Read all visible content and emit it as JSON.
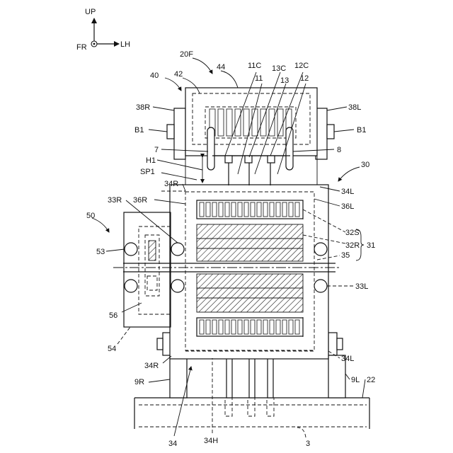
{
  "axes": {
    "up": "UP",
    "front": "FR",
    "left": "LH"
  },
  "labels": {
    "l_20F": "20F",
    "l_44": "44",
    "l_40": "40",
    "l_42": "42",
    "l_11C": "11C",
    "l_11": "11",
    "l_13C": "13C",
    "l_13": "13",
    "l_12C": "12C",
    "l_12": "12",
    "l_38R": "38R",
    "l_38L": "38L",
    "l_B1_left": "B1",
    "l_B1_right": "B1",
    "l_7": "7",
    "l_8": "8",
    "l_H1": "H1",
    "l_SP1": "SP1",
    "l_30": "30",
    "l_34R_top": "34R",
    "l_34L_top": "34L",
    "l_33R": "33R",
    "l_36R": "36R",
    "l_36L": "36L",
    "l_50": "50",
    "l_32S": "32S",
    "l_32R": "32R",
    "l_31": "31",
    "l_35": "35",
    "l_53": "53",
    "l_33L": "33L",
    "l_56": "56",
    "l_54": "54",
    "l_34R_bottom": "34R",
    "l_34L_bottom": "34L",
    "l_9R": "9R",
    "l_9L": "9L",
    "l_22": "22",
    "l_34": "34",
    "l_34H": "34H",
    "l_3": "3"
  }
}
